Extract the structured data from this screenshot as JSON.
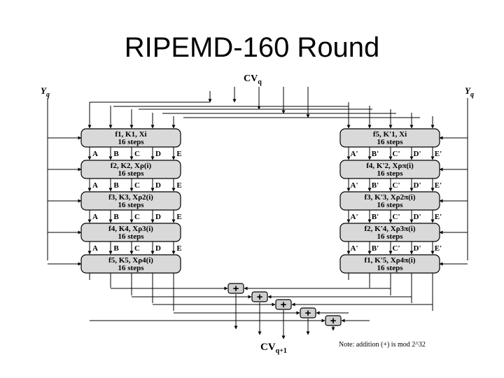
{
  "slide": {
    "title": "RIPEMD-160 Round"
  },
  "diagram": {
    "input_label": "CV",
    "input_sub": "q",
    "output_label": "CV",
    "output_sub": "q+1",
    "left_y": "Y",
    "left_y_sub": "q",
    "right_y": "Y",
    "right_y_sub": "q",
    "left_boxes": [
      {
        "line1": "f1, K1, Xi",
        "line2": "16 steps"
      },
      {
        "line1": "f2, K2, Xρ(i)",
        "line2": "16 steps"
      },
      {
        "line1": "f3, K3, Xρ2(i)",
        "line2": "16 steps"
      },
      {
        "line1": "f4, K4, Xρ3(i)",
        "line2": "16 steps"
      },
      {
        "line1": "f5, K5, Xρ4(i)",
        "line2": "16 steps"
      }
    ],
    "right_boxes": [
      {
        "line1": "f5, K'1, Xi",
        "line2": "16 steps"
      },
      {
        "line1": "f4, K'2, Xρπ(i)",
        "line2": "16 steps"
      },
      {
        "line1": "f3, K'3, Xρ2π(i)",
        "line2": "16 steps"
      },
      {
        "line1": "f2, K'4, Xρ3π(i)",
        "line2": "16 steps"
      },
      {
        "line1": "f1, K'5, Xρ4π(i)",
        "line2": "16 steps"
      }
    ],
    "left_regs": [
      "A",
      "B",
      "C",
      "D",
      "E"
    ],
    "right_regs": [
      "A'",
      "B'",
      "C'",
      "D'",
      "E'"
    ],
    "adder_symbol": "+",
    "note": "Note: addition (+) is mod 2^32"
  }
}
